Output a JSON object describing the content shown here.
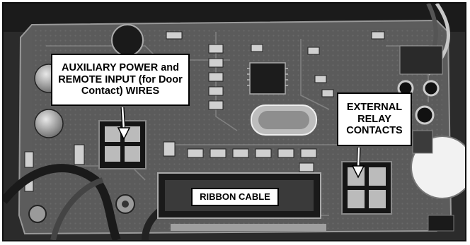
{
  "callouts": {
    "aux_power": {
      "lines": [
        "AUXILIARY POWER and",
        "REMOTE INPUT (for Door",
        "Contact) WIRES"
      ]
    },
    "external_relay": {
      "lines": [
        "EXTERNAL",
        "RELAY",
        "CONTACTS"
      ]
    },
    "ribbon_cable": {
      "label": "RIBBON CABLE"
    }
  }
}
